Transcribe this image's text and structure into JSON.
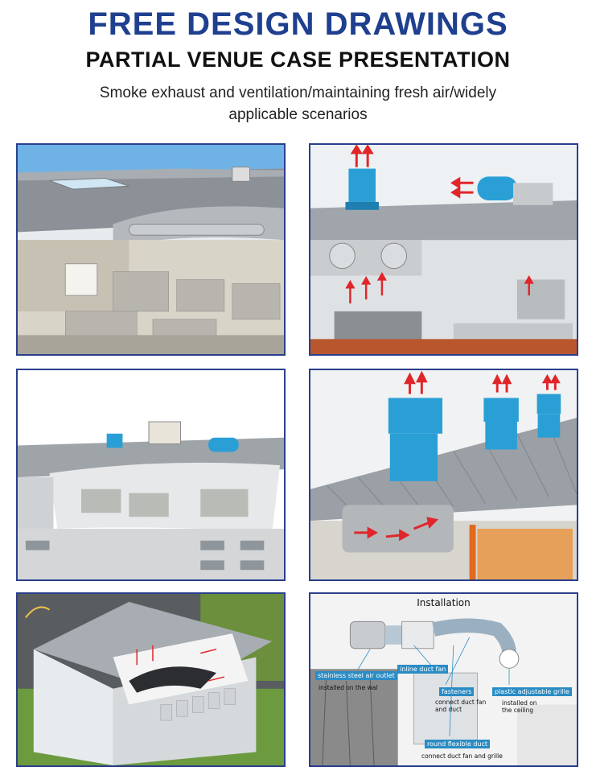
{
  "header": {
    "title": "FREE DESIGN DRAWINGS",
    "subtitle": "PARTIAL VENUE CASE PRESENTATION",
    "tagline": "Smoke exhaust and ventilation/maintaining fresh air/widely applicable scenarios"
  },
  "installation": {
    "title": "Installation",
    "labels": {
      "outlet": "stainless steel air outlet",
      "inline_fan": "inline duct fan",
      "fasteners": "fasteners",
      "grille": "plastic adjustable grille",
      "flex_duct": "round flexible duct"
    },
    "notes": {
      "outlet": "installed on the wal",
      "fasteners": "connect duct fan\nand duct",
      "grille": "installed on\nthe ceiling",
      "flex_duct": "connect duct fan and grille"
    }
  },
  "colors": {
    "title_blue": "#1f3f8f",
    "frame_blue": "#2a3f8c",
    "fan_blue": "#2a9fd6",
    "arrow_red": "#e0262a",
    "tag_blue": "#2a8cc4"
  }
}
